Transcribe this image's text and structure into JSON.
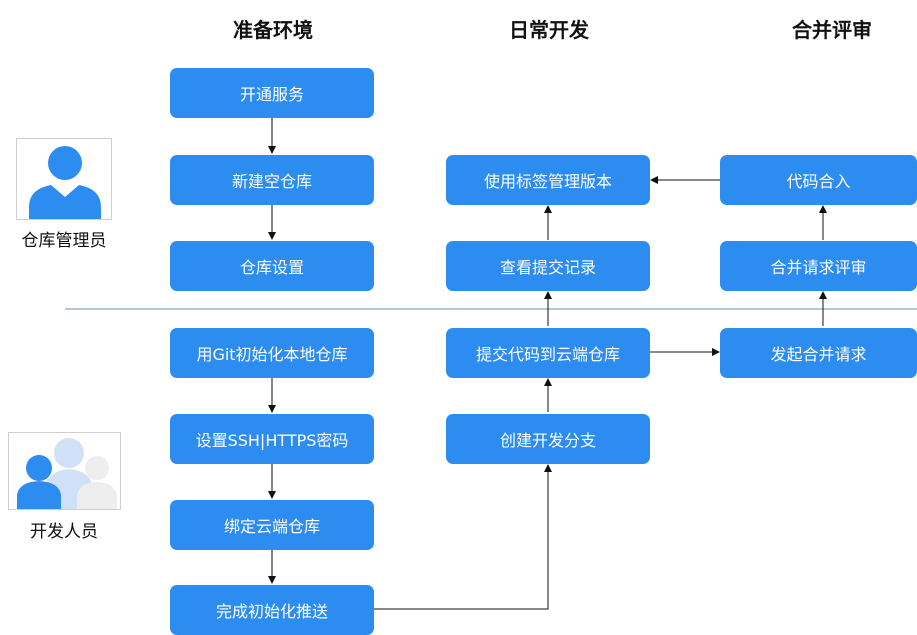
{
  "columns": {
    "prepare": "准备环境",
    "daily": "日常开发",
    "review": "合并评审"
  },
  "roles": {
    "admin": "仓库管理员",
    "developer": "开发人员"
  },
  "steps": {
    "open_service": "开通服务",
    "new_empty_repo": "新建空仓库",
    "repo_settings": "仓库设置",
    "git_init_local": "用Git初始化本地仓库",
    "set_ssh_https": "设置SSH|HTTPS密码",
    "bind_remote": "绑定云端仓库",
    "finish_init_push": "完成初始化推送",
    "tag_version": "使用标签管理版本",
    "view_commits": "查看提交记录",
    "push_to_remote": "提交代码到云端仓库",
    "create_branch": "创建开发分支",
    "merge_code": "代码合入",
    "merge_request_review": "合并请求评审",
    "start_merge_request": "发起合并请求"
  },
  "colors": {
    "box": "#2d8cf0",
    "admin_avatar": "#2d8cf0",
    "dev_avatar_front": "#2d8cf0",
    "dev_avatar_back": "#cfe0f7",
    "dev_avatar_right": "#eeeeee",
    "separator": "#6f8fa8",
    "arrow": "#111111"
  },
  "icons": {
    "admin": "admin-avatar-icon",
    "developer": "developer-group-icon"
  }
}
